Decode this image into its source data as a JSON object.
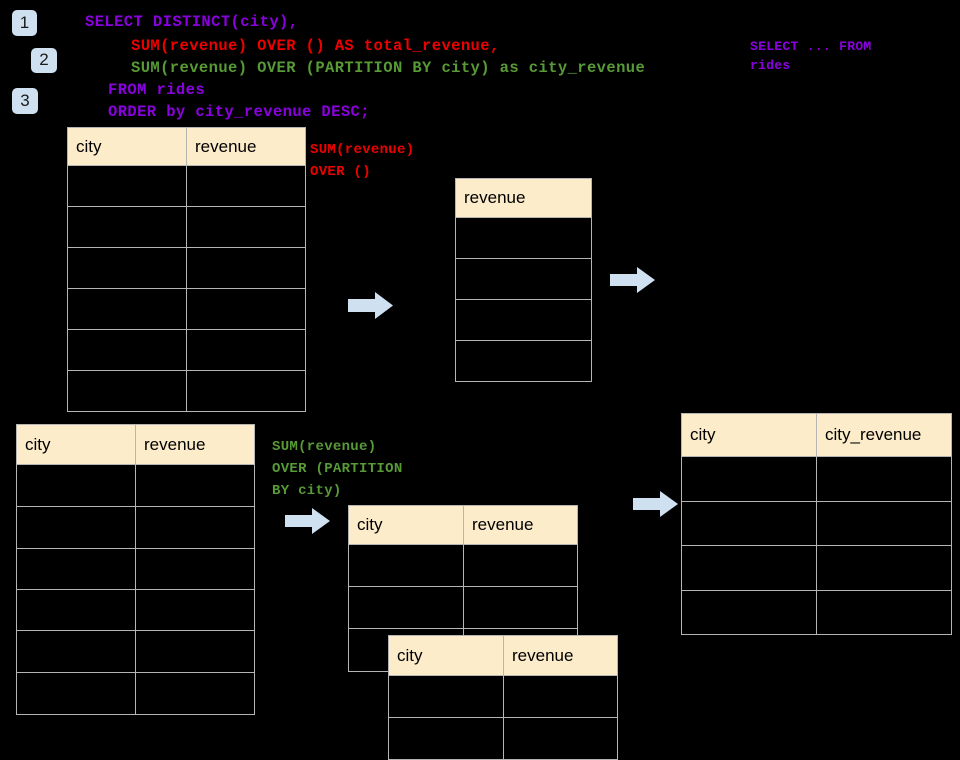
{
  "background": "#000000",
  "colors": {
    "header_fill": "#fcecc9",
    "cell_border": "#b5b5b5",
    "badge_fill": "#cfe0f0",
    "arrow_fill": "#cfe0f0",
    "sql_purple": "#8b00e0",
    "sql_red": "#ee0000",
    "sql_green": "#579a36"
  },
  "badges": [
    {
      "label": "1"
    },
    {
      "label": "2"
    },
    {
      "label": "3"
    }
  ],
  "sql": {
    "lines": [
      {
        "text": "SELECT DISTINCT(city),",
        "color": "purple"
      },
      {
        "text": "SUM(revenue) OVER () AS total_revenue,",
        "color": "red"
      },
      {
        "text": "SUM(revenue) OVER (PARTITION BY city) as city_revenue",
        "color": "green"
      },
      {
        "text": "FROM rides",
        "color": "purple"
      },
      {
        "text": "ORDER by city_revenue DESC;",
        "color": "purple"
      }
    ]
  },
  "annotations": {
    "select_from": "SELECT ... FROM\nrides",
    "sum_over_empty": "SUM(revenue)\nOVER ()",
    "sum_over_partition": "SUM(revenue)\nOVER (PARTITION\nBY city)"
  },
  "tables": {
    "source_top": {
      "name": "rides-source-table",
      "headers": [
        "city",
        "revenue"
      ],
      "row_count": 6,
      "rows": [
        [
          "",
          ""
        ],
        [
          "",
          ""
        ],
        [
          "",
          ""
        ],
        [
          "",
          ""
        ],
        [
          "",
          ""
        ],
        [
          "",
          ""
        ]
      ]
    },
    "total_revenue": {
      "name": "total-revenue-table",
      "headers": [
        "revenue"
      ],
      "row_count": 4,
      "rows": [
        [
          ""
        ],
        [
          ""
        ],
        [
          ""
        ],
        [
          ""
        ]
      ]
    },
    "source_bottom": {
      "name": "rides-source-table-partitioned",
      "headers": [
        "city",
        "revenue"
      ],
      "row_count": 6,
      "rows": [
        [
          "",
          ""
        ],
        [
          "",
          ""
        ],
        [
          "",
          ""
        ],
        [
          "",
          ""
        ],
        [
          "",
          ""
        ],
        [
          "",
          ""
        ]
      ]
    },
    "partition_a": {
      "name": "partition-group-table-a",
      "headers": [
        "city",
        "revenue"
      ],
      "row_count": 3,
      "rows": [
        [
          "",
          ""
        ],
        [
          "",
          ""
        ],
        [
          "",
          ""
        ]
      ]
    },
    "partition_b": {
      "name": "partition-group-table-b",
      "headers": [
        "city",
        "revenue"
      ],
      "row_count": 2,
      "rows": [
        [
          "",
          ""
        ],
        [
          "",
          ""
        ]
      ]
    },
    "result": {
      "name": "city-revenue-result-table",
      "headers": [
        "city",
        "city_revenue"
      ],
      "row_count": 4,
      "rows": [
        [
          "",
          ""
        ],
        [
          "",
          ""
        ],
        [
          "",
          ""
        ],
        [
          "",
          ""
        ]
      ]
    }
  },
  "arrows": [
    {
      "name": "arrow-source-to-total"
    },
    {
      "name": "arrow-total-to-result"
    },
    {
      "name": "arrow-source-to-partition"
    },
    {
      "name": "arrow-partition-to-result"
    }
  ]
}
